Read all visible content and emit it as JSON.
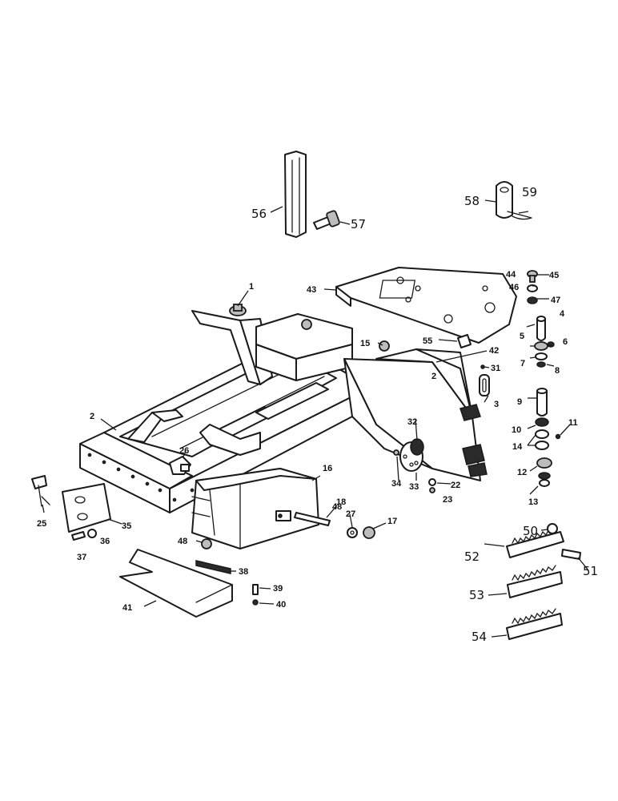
{
  "diagram": {
    "callouts": [
      {
        "id": "c1",
        "text": "1"
      },
      {
        "id": "c2",
        "text": "2"
      },
      {
        "id": "c3",
        "text": "3"
      },
      {
        "id": "c4",
        "text": "4"
      },
      {
        "id": "c5",
        "text": "5"
      },
      {
        "id": "c6",
        "text": "6"
      },
      {
        "id": "c7",
        "text": "7"
      },
      {
        "id": "c8",
        "text": "8"
      },
      {
        "id": "c9",
        "text": "9"
      },
      {
        "id": "c10",
        "text": "10"
      },
      {
        "id": "c11",
        "text": "11"
      },
      {
        "id": "c12",
        "text": "12"
      },
      {
        "id": "c13",
        "text": "13"
      },
      {
        "id": "c14",
        "text": "14"
      },
      {
        "id": "c15",
        "text": "15"
      },
      {
        "id": "c16",
        "text": "16"
      },
      {
        "id": "c17",
        "text": "17"
      },
      {
        "id": "c18",
        "text": "18"
      },
      {
        "id": "c22",
        "text": "22"
      },
      {
        "id": "c23",
        "text": "23"
      },
      {
        "id": "c25",
        "text": "25"
      },
      {
        "id": "c26",
        "text": "26"
      },
      {
        "id": "c27",
        "text": "27"
      },
      {
        "id": "c31",
        "text": "31"
      },
      {
        "id": "c32",
        "text": "32"
      },
      {
        "id": "c33",
        "text": "33"
      },
      {
        "id": "c34",
        "text": "34"
      },
      {
        "id": "c35",
        "text": "35"
      },
      {
        "id": "c36",
        "text": "36"
      },
      {
        "id": "c37",
        "text": "37"
      },
      {
        "id": "c38",
        "text": "38"
      },
      {
        "id": "c39",
        "text": "39"
      },
      {
        "id": "c40",
        "text": "40"
      },
      {
        "id": "c41",
        "text": "41"
      },
      {
        "id": "c42",
        "text": "42"
      },
      {
        "id": "c43",
        "text": "43"
      },
      {
        "id": "c44",
        "text": "44"
      },
      {
        "id": "c45",
        "text": "45"
      },
      {
        "id": "c46",
        "text": "46"
      },
      {
        "id": "c47",
        "text": "47"
      },
      {
        "id": "c48a",
        "text": "48"
      },
      {
        "id": "c48b",
        "text": "48"
      },
      {
        "id": "c50",
        "text": "50"
      },
      {
        "id": "c51",
        "text": "51"
      },
      {
        "id": "c52",
        "text": "52"
      },
      {
        "id": "c53",
        "text": "53"
      },
      {
        "id": "c54",
        "text": "54"
      },
      {
        "id": "c55",
        "text": "55"
      },
      {
        "id": "c56",
        "text": "56"
      },
      {
        "id": "c57",
        "text": "57"
      },
      {
        "id": "c58",
        "text": "58"
      },
      {
        "id": "c59",
        "text": "59"
      },
      {
        "id": "c2b",
        "text": "2"
      }
    ]
  }
}
